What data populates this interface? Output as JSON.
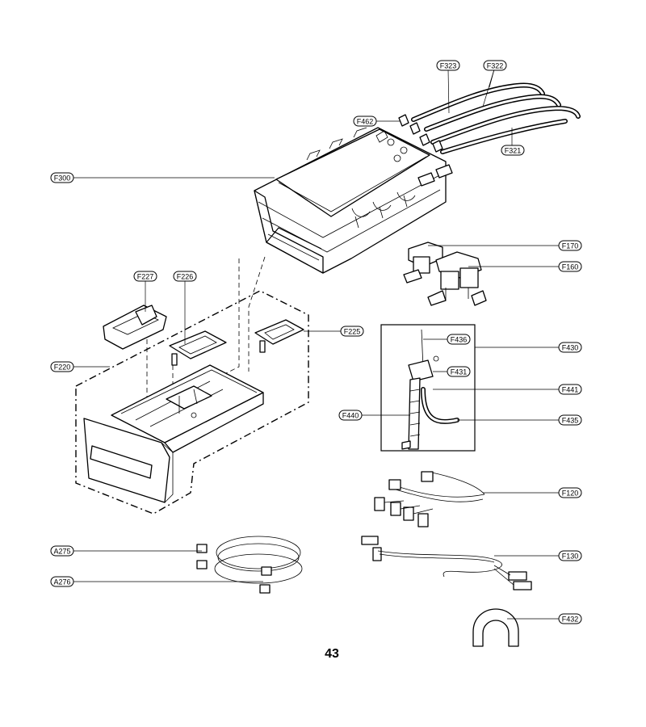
{
  "page_number": "43",
  "labels": {
    "f323": "F323",
    "f322": "F322",
    "f462": "F462",
    "f321": "F321",
    "f300": "F300",
    "f170": "F170",
    "f160": "F160",
    "f227": "F227",
    "f226": "F226",
    "f225": "F225",
    "f220": "F220",
    "f436": "F436",
    "f430": "F430",
    "f431": "F431",
    "f441": "F441",
    "f440": "F440",
    "f435": "F435",
    "f120": "F120",
    "a275": "A275",
    "f130": "F130",
    "a276": "A276",
    "f432": "F432"
  }
}
